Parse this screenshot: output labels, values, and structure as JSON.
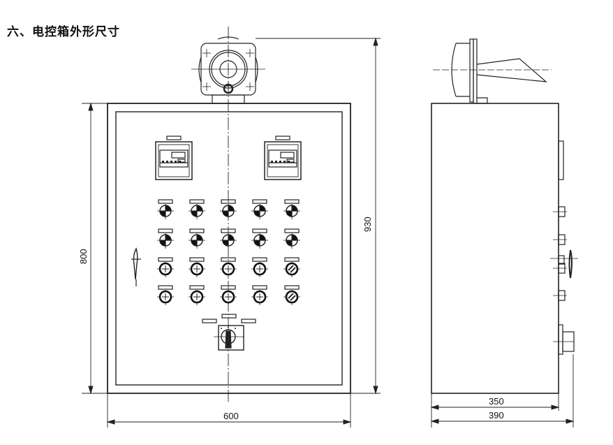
{
  "title": "六、电控箱外形尺寸",
  "views": {
    "front": {
      "label": "front-view",
      "dimensions": {
        "width": "600",
        "height": "800",
        "overall_height": "930"
      },
      "displays": 2,
      "button_rows": [
        {
          "type": "indicator-light",
          "count": 5
        },
        {
          "type": "indicator-light",
          "count": 5
        },
        {
          "type": "push-button",
          "count": 5,
          "last_variant": "hatched"
        },
        {
          "type": "push-button",
          "count": 5,
          "last_variant": "hatched"
        }
      ],
      "selector_switch": 1
    },
    "side": {
      "label": "side-view",
      "dimensions": {
        "depth": "350",
        "overall_depth": "390"
      }
    }
  },
  "colors": {
    "line": "#222222",
    "background": "#ffffff"
  }
}
